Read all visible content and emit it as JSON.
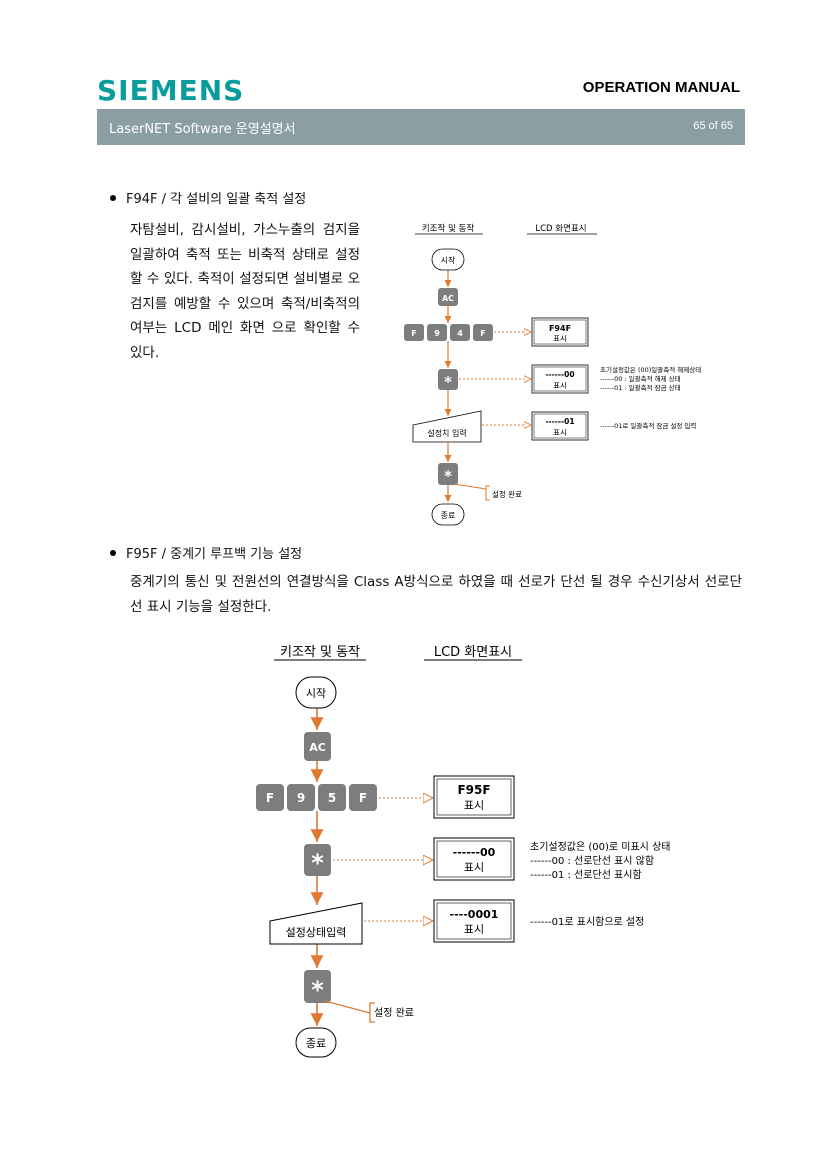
{
  "header": {
    "logo": "SIEMENS",
    "manual": "OPERATION MANUAL",
    "title": "LaserNET Software  운영설명서",
    "page": "65 of 65"
  },
  "section1": {
    "heading": "F94F / 각 설비의 일괄 축적 설정",
    "text": "자탐설비, 감시설비, 가스누출의 검지을 일괄하여 축적 또는 비축적 상태로 설정할 수 있다. 축적이 설정되면 설비별로 오검지를 예방할 수 있으며 축적/비축적의 여부는 LCD 메인 화면 으로 확인할 수 있다.",
    "diagram": {
      "col_key": "키조작 및 동작",
      "col_lcd": "LCD  화면표시",
      "start": "시작",
      "ac": "AC",
      "keys": [
        "F",
        "9",
        "4",
        "F"
      ],
      "star": "*",
      "lcd1_top": "F94F",
      "lcd1_bot": "표시",
      "lcd2_top": "------00",
      "lcd2_bot": "표시",
      "lcd3_top": "------01",
      "lcd3_bot": "표시",
      "input": "설정치 입력",
      "note_a1": "초기설정값은 (00)일괄축적 해제상태",
      "note_a2": "------00 : 일괄축적 해제 상태",
      "note_a3": "------01 : 일괄축적 잠금 상태",
      "note_b": "------01로 일괄축적 잠금 설정 입력",
      "done": "설정 완료",
      "end": "종료"
    }
  },
  "section2": {
    "heading": "F95F / 중계기 루프백 기능 설정",
    "text": "중계기의 통신 및 전원선의 연결방식을 Class A방식으로 하였을 때 선로가 단선 될 경우 수신기상서 선로단선 표시 기능을 설정한다.",
    "diagram": {
      "col_key": "키조작 및 동작",
      "col_lcd": "LCD  화면표시",
      "start": "시작",
      "ac": "AC",
      "keys": [
        "F",
        "9",
        "5",
        "F"
      ],
      "star": "*",
      "lcd1_top": "F95F",
      "lcd1_bot": "표시",
      "lcd2_top": "------00",
      "lcd2_bot": "표시",
      "lcd3_top": "----0001",
      "lcd3_bot": "표시",
      "input": "설정상태입력",
      "note_a1": "초기설정값은 (00)로 미표시 상태",
      "note_a2": "------00 : 선로단선 표시 않함",
      "note_a3": "------01 : 선로단선 표시함",
      "note_b": "------01로 표시함으로 설정",
      "done": "설정 완료",
      "end": "종료"
    }
  },
  "colors": {
    "brand": "#0a9c9c",
    "bar": "#8a9ea3",
    "arrow": "#e07a30",
    "key": "#7d7d7d"
  }
}
